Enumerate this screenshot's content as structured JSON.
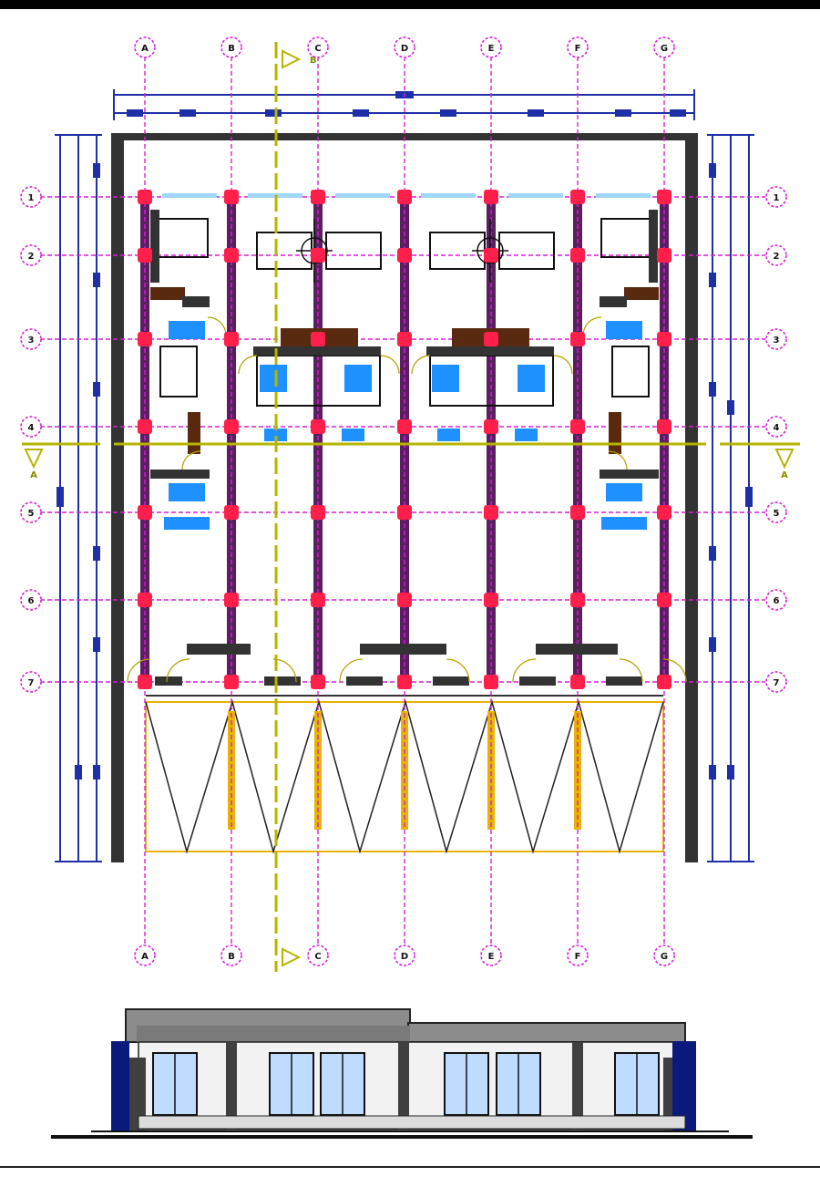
{
  "grid": {
    "columns": [
      "A",
      "B",
      "C",
      "D",
      "E",
      "F",
      "G"
    ],
    "rows": [
      "1",
      "2",
      "3",
      "4",
      "5",
      "6",
      "7"
    ]
  },
  "section_markers": {
    "horizontal": "A",
    "vertical": "B"
  },
  "colors": {
    "background": "#ffffff",
    "grid_lines": "#d61fd6",
    "column_nodes": "#ff1f4b",
    "columns": "#5a1f5e",
    "walls": "#333333",
    "dimension_lines": "#1f2fa8",
    "section_line": "#b5b500",
    "stair_lines": "#e8b400",
    "fixtures": "#1e90ff",
    "furniture": "#5a2a10",
    "elevation_frame": "#0a1a7a"
  }
}
